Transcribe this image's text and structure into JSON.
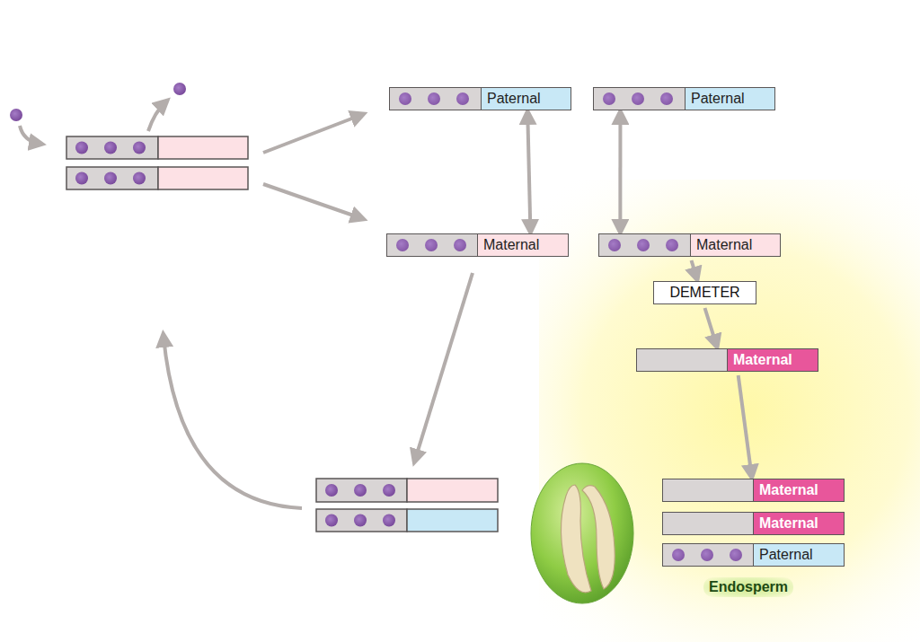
{
  "diagram": {
    "nodes": [
      {
        "text": [
          "Paternal"
        ]
      },
      {
        "text": [
          "Paternal"
        ]
      },
      {
        "text": [
          "Maternal"
        ]
      },
      {
        "text": [
          "Maternal"
        ]
      },
      {
        "text": [
          "DEMETER"
        ]
      },
      {
        "text": [
          "Maternal"
        ]
      },
      {
        "text": [
          "Maternal"
        ]
      },
      {
        "text": [
          "Maternal"
        ]
      },
      {
        "text": [
          "Paternal"
        ]
      }
    ],
    "edges": [
      {
        "from": 0,
        "to": 2,
        "arrow": "both"
      },
      {
        "from": 1,
        "to": 3,
        "arrow": "both"
      },
      {
        "from": 3,
        "to": 4,
        "arrow": "to"
      },
      {
        "from": 4,
        "to": 5,
        "arrow": "to"
      },
      {
        "from": 5,
        "to": 6,
        "arrow": "to"
      }
    ],
    "labels": [
      "Endosperm"
    ]
  }
}
